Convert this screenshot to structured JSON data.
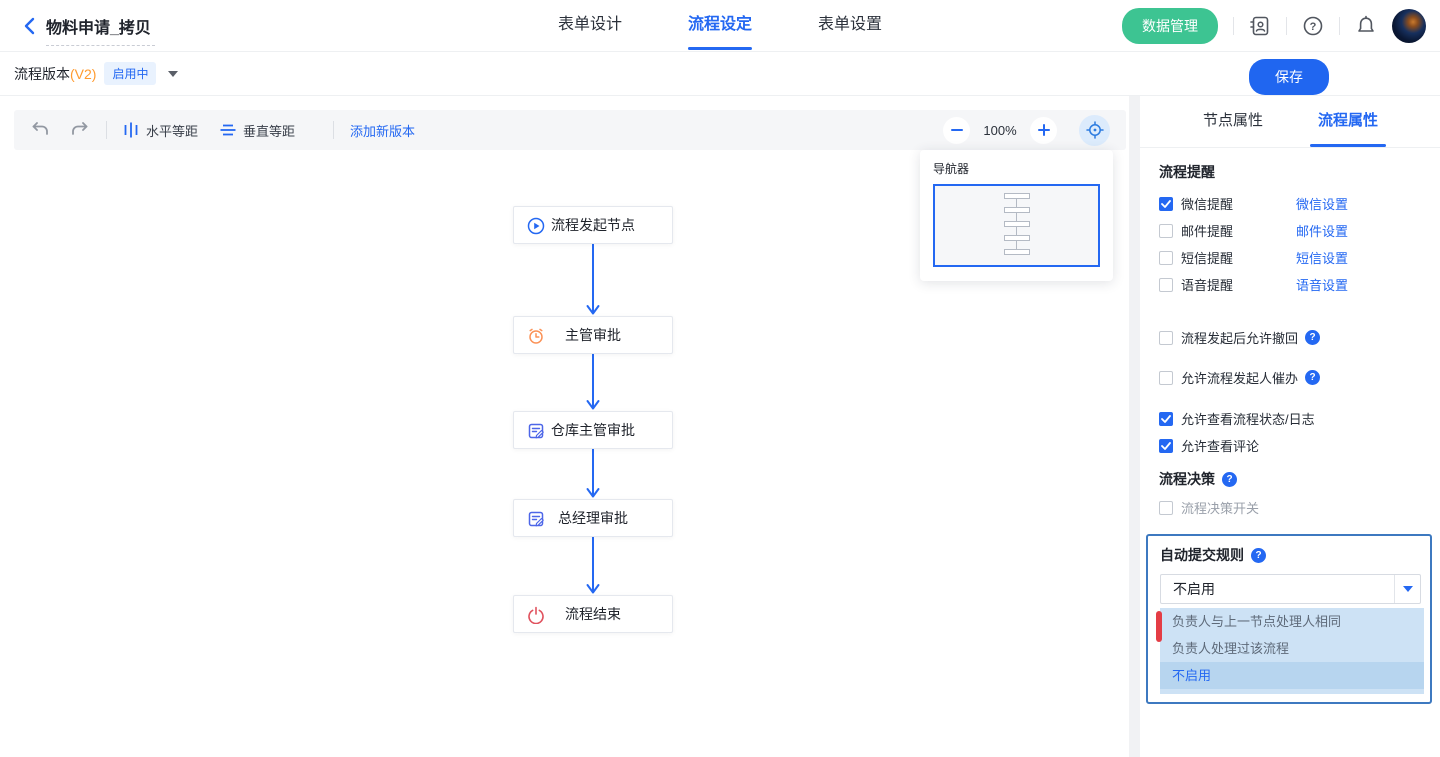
{
  "header": {
    "title": "物料申请_拷贝",
    "tabs": [
      {
        "label": "表单设计",
        "active": false
      },
      {
        "label": "流程设定",
        "active": true
      },
      {
        "label": "表单设置",
        "active": false
      }
    ],
    "data_manage_button": "数据管理",
    "icons": [
      "back-chevron",
      "address-book-icon",
      "help-icon",
      "bell-icon",
      "avatar"
    ]
  },
  "version_bar": {
    "label": "流程版本",
    "version": "(V2)",
    "status_badge": "启用中",
    "save_button": "保存"
  },
  "toolbar": {
    "undo_icon": "undo-arrow",
    "redo_icon": "redo-arrow",
    "horizontal_spacing": "水平等距",
    "vertical_spacing": "垂直等距",
    "add_version_link": "添加新版本",
    "zoom_level": "100%",
    "fit_icon": "crosshair-target"
  },
  "navigator": {
    "title": "导航器",
    "minimap_nodes": 5
  },
  "flow": {
    "nodes": [
      {
        "label": "流程发起节点",
        "icon": "play-circle"
      },
      {
        "label": "主管审批",
        "icon": "alarm-clock"
      },
      {
        "label": "仓库主管审批",
        "icon": "document-edit"
      },
      {
        "label": "总经理审批",
        "icon": "document-edit"
      },
      {
        "label": "流程结束",
        "icon": "power"
      }
    ]
  },
  "panel": {
    "tabs": [
      {
        "label": "节点属性",
        "active": false
      },
      {
        "label": "流程属性",
        "active": true
      }
    ],
    "reminder": {
      "title": "流程提醒",
      "rows": [
        {
          "label": "微信提醒",
          "checked": true,
          "link": "微信设置"
        },
        {
          "label": "邮件提醒",
          "checked": false,
          "link": "邮件设置"
        },
        {
          "label": "短信提醒",
          "checked": false,
          "link": "短信设置"
        },
        {
          "label": "语音提醒",
          "checked": false,
          "link": "语音设置"
        }
      ]
    },
    "options": [
      {
        "label": "流程发起后允许撤回",
        "checked": false,
        "help": true
      },
      {
        "label": "允许流程发起人催办",
        "checked": false,
        "help": true
      },
      {
        "label": "允许查看流程状态/日志",
        "checked": true,
        "help": false
      },
      {
        "label": "允许查看评论",
        "checked": true,
        "help": false
      }
    ],
    "decision": {
      "title": "流程决策",
      "toggle_label": "流程决策开关",
      "checked": false
    },
    "auto_submit": {
      "title": "自动提交规则",
      "selected": "不启用",
      "options": [
        "负责人与上一节点处理人相同",
        "负责人处理过该流程",
        "不启用"
      ],
      "selected_index": 2
    }
  },
  "colors": {
    "accent_blue": "#2468f2",
    "green": "#3dc492",
    "orange": "#ff9b30",
    "clock_orange": "#fb9257",
    "edit_blue": "#4d66e8",
    "power_red": "#e0525e",
    "marker_red": "#e43d45",
    "box_border_blue": "#3d79c0",
    "dropdown_bg": "#cde2f5",
    "dropdown_selected_bg": "#b7d5ef"
  }
}
